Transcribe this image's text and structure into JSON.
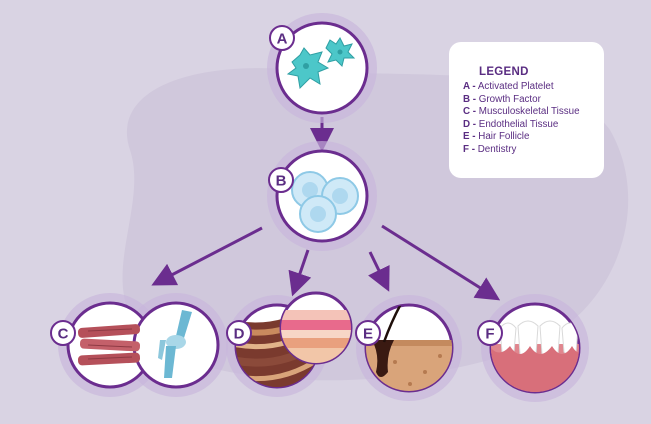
{
  "nodes": {
    "a": {
      "letter": "A"
    },
    "b": {
      "letter": "B"
    },
    "c": {
      "letter": "C"
    },
    "d": {
      "letter": "D"
    },
    "e": {
      "letter": "E"
    },
    "f": {
      "letter": "F"
    }
  },
  "legend": {
    "title": "LEGEND",
    "items": [
      {
        "key": "A -",
        "label": "Activated Platelet"
      },
      {
        "key": "B -",
        "label": "Growth Factor"
      },
      {
        "key": "C -",
        "label": "Musculoskeletal Tissue"
      },
      {
        "key": "D -",
        "label": "Endothelial Tissue"
      },
      {
        "key": "E -",
        "label": "Hair Follicle"
      },
      {
        "key": "F -",
        "label": "Dentistry"
      }
    ]
  },
  "colors": {
    "background": "#d9d3e3",
    "accent_purple": "#6b2d8f",
    "halo": "#c7b5db",
    "platelet_teal": "#4cc7c9",
    "cell_blue": "#cfe9f7",
    "muscle_red": "#b5505a",
    "bone_blue": "#6cb8d3",
    "skin_tan": "#d9a47a",
    "gum_pink": "#e0868e"
  }
}
